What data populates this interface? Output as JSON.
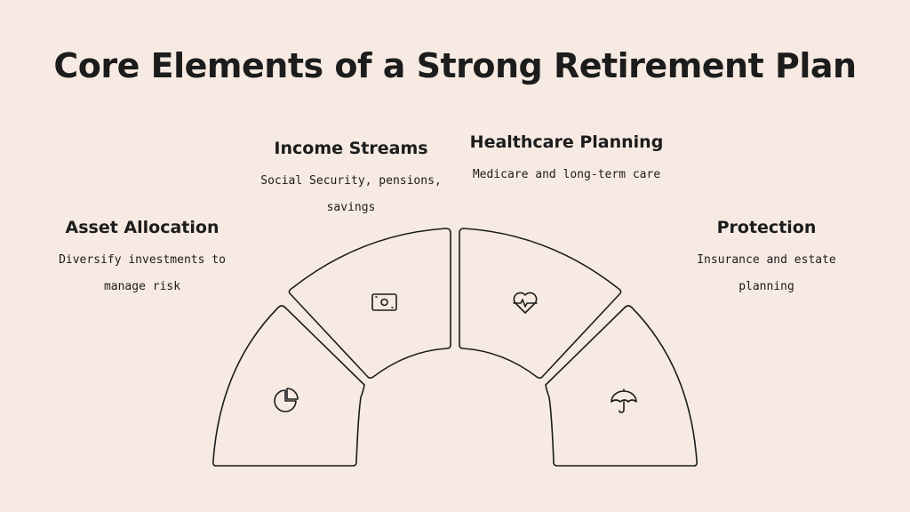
{
  "title": "Core Elements of a Strong Retirement Plan",
  "elements": [
    {
      "title": "Asset Allocation",
      "desc": "Diversify investments to manage risk",
      "icon": "pie-chart-icon"
    },
    {
      "title": "Income Streams",
      "desc": "Social Security, pensions, savings",
      "icon": "banknote-icon"
    },
    {
      "title": "Healthcare Planning",
      "desc": "Medicare and long-term care",
      "icon": "heartbeat-icon"
    },
    {
      "title": "Protection",
      "desc": "Insurance and estate planning",
      "icon": "umbrella-icon"
    }
  ],
  "colors": {
    "background": "#f7eae2",
    "segment_fill": "#f7eae2",
    "stroke": "#1c1c1c",
    "text": "#1c1c1c"
  }
}
